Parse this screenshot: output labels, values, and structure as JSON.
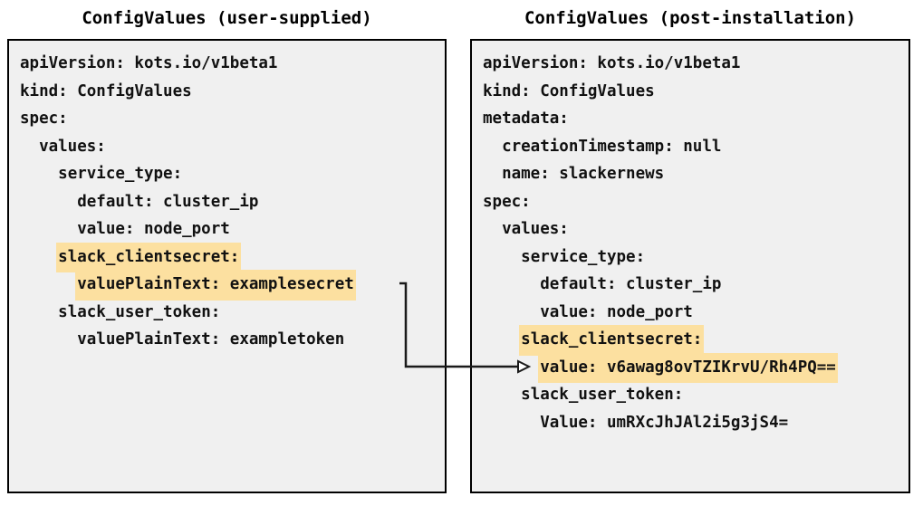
{
  "diagram": {
    "type": "two-panel-yaml-comparison",
    "background_color": "#ffffff",
    "panel_background_color": "#f0f0f0",
    "panel_border_color": "#000000",
    "highlight_color": "#fce0a0",
    "text_color": "#111111",
    "connector_color": "#1a1a1a",
    "connector_label": "maps-to-arrow"
  },
  "left_panel": {
    "title": "ConfigValues (user-supplied)",
    "lines": [
      {
        "indent": 0,
        "text": "apiVersion: kots.io/v1beta1",
        "highlighted": false
      },
      {
        "indent": 0,
        "text": "kind: ConfigValues",
        "highlighted": false
      },
      {
        "indent": 0,
        "text": "spec:",
        "highlighted": false
      },
      {
        "indent": 1,
        "text": "values:",
        "highlighted": false
      },
      {
        "indent": 2,
        "text": "service_type:",
        "highlighted": false
      },
      {
        "indent": 3,
        "text": "default: cluster_ip",
        "highlighted": false
      },
      {
        "indent": 3,
        "text": "value: node_port",
        "highlighted": false
      },
      {
        "indent": 2,
        "text": "slack_clientsecret:",
        "highlighted": true
      },
      {
        "indent": 3,
        "text": "valuePlainText: examplesecret",
        "highlighted": true
      },
      {
        "indent": 2,
        "text": "slack_user_token:",
        "highlighted": false
      },
      {
        "indent": 3,
        "text": "valuePlainText: exampletoken",
        "highlighted": false
      }
    ]
  },
  "right_panel": {
    "title": "ConfigValues (post-installation)",
    "lines": [
      {
        "indent": 0,
        "text": "apiVersion: kots.io/v1beta1",
        "highlighted": false
      },
      {
        "indent": 0,
        "text": "kind: ConfigValues",
        "highlighted": false
      },
      {
        "indent": 0,
        "text": "metadata:",
        "highlighted": false
      },
      {
        "indent": 1,
        "text": "creationTimestamp: null",
        "highlighted": false
      },
      {
        "indent": 1,
        "text": "name: slackernews",
        "highlighted": false
      },
      {
        "indent": 0,
        "text": "spec:",
        "highlighted": false
      },
      {
        "indent": 1,
        "text": "values:",
        "highlighted": false
      },
      {
        "indent": 2,
        "text": "service_type:",
        "highlighted": false
      },
      {
        "indent": 3,
        "text": "default: cluster_ip",
        "highlighted": false
      },
      {
        "indent": 3,
        "text": "value: node_port",
        "highlighted": false
      },
      {
        "indent": 2,
        "text": "slack_clientsecret:",
        "highlighted": true
      },
      {
        "indent": 3,
        "text": "value: v6awag8ovTZIKrvU/Rh4PQ==",
        "highlighted": true
      },
      {
        "indent": 2,
        "text": "slack_user_token:",
        "highlighted": false
      },
      {
        "indent": 3,
        "text": "Value: umRXcJhJAl2i5g3jS4=",
        "highlighted": false
      }
    ]
  }
}
